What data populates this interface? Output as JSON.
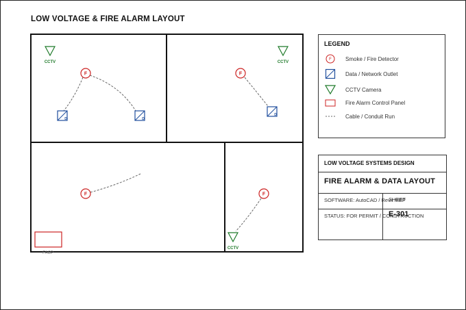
{
  "title": "LOW VOLTAGE & FIRE ALARM LAYOUT",
  "symbols": {
    "smoke_letter": "F",
    "data_letter": "D",
    "cctv_label": "CCTV",
    "facp_label": "FACP"
  },
  "legend": {
    "title": "LEGEND",
    "items": [
      {
        "label": "Smoke / Fire Detector",
        "icon": "smoke-detector-icon"
      },
      {
        "label": "Data / Network Outlet",
        "icon": "data-outlet-icon"
      },
      {
        "label": "CCTV Camera",
        "icon": "cctv-camera-icon"
      },
      {
        "label": "Fire Alarm Control Panel",
        "icon": "facp-icon"
      },
      {
        "label": "Cable / Conduit Run",
        "icon": "cable-run-icon"
      }
    ]
  },
  "titleblock": {
    "header": "LOW VOLTAGE SYSTEMS DESIGN",
    "main": "FIRE ALARM & DATA LAYOUT",
    "software": "SOFTWARE: AutoCAD / Revit MEP",
    "status": "STATUS: FOR PERMIT / CONSTRUCTION",
    "sheet_label": "SHEET",
    "sheet_number": "E-301"
  },
  "colors": {
    "fire": "#cc2222",
    "data": "#1f4e9c",
    "cctv": "#1f7a2a",
    "line": "#111111",
    "cable": "#666666"
  }
}
